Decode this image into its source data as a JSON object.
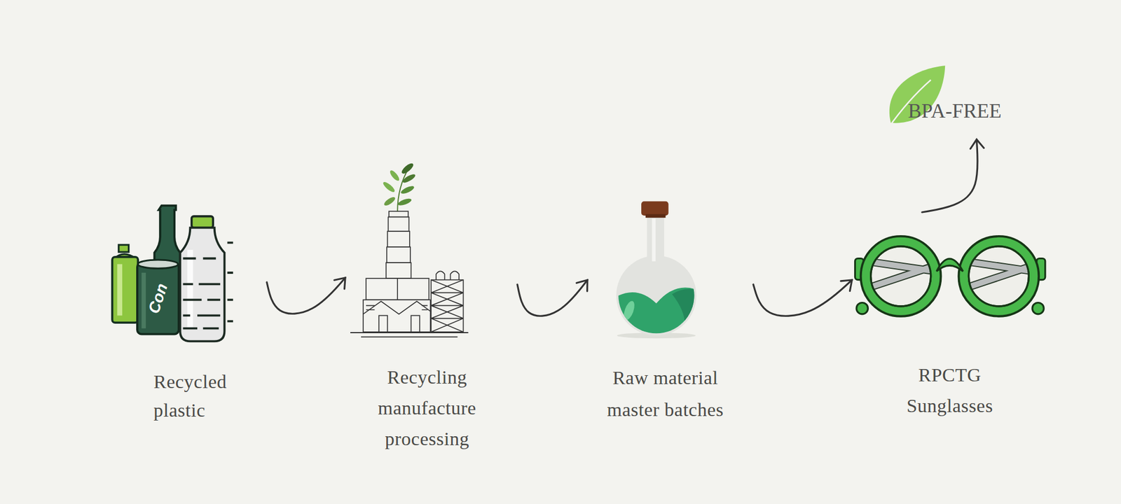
{
  "diagram": {
    "nodes": [
      {
        "text": [
          "Recycled plastic"
        ]
      },
      {
        "text": [
          "Recycling manufacture processing"
        ]
      },
      {
        "text": [
          "Raw material master batches"
        ]
      },
      {
        "text": [
          "RPCTG Sunglasses"
        ]
      },
      {
        "text": [
          "BPA-FREE"
        ]
      }
    ],
    "edges": [
      {
        "from": 0,
        "to": 1,
        "arrow": "to"
      },
      {
        "from": 1,
        "to": 2,
        "arrow": "to"
      },
      {
        "from": 2,
        "to": 3,
        "arrow": "to"
      },
      {
        "from": 3,
        "to": 4,
        "arrow": "to"
      }
    ],
    "labels": [
      "Con"
    ]
  }
}
